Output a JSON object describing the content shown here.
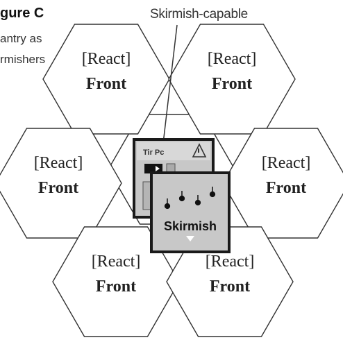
{
  "caption": {
    "title": "gure C",
    "lines": [
      "antry as",
      "rmishers"
    ]
  },
  "callout_label": "Skirmish-capable",
  "hexes": [
    {
      "id": "top-left",
      "line1": "[React]",
      "line2": "Front"
    },
    {
      "id": "top-right",
      "line1": "[React]",
      "line2": "Front"
    },
    {
      "id": "mid-left",
      "line1": "[React]",
      "line2": "Front"
    },
    {
      "id": "mid-right",
      "line1": "[React]",
      "line2": "Front"
    },
    {
      "id": "bottom-left",
      "line1": "[React]",
      "line2": "Front"
    },
    {
      "id": "bottom-right",
      "line1": "[React]",
      "line2": "Front"
    }
  ],
  "back_counter": {
    "label": "Tir Pc"
  },
  "skirmish_counter": {
    "label": "Skirmish"
  },
  "colors": {
    "hex_stroke": "#333333",
    "counter_fill": "#c8c8c8",
    "counter_border": "#1a1a1a",
    "text": "#222222"
  }
}
